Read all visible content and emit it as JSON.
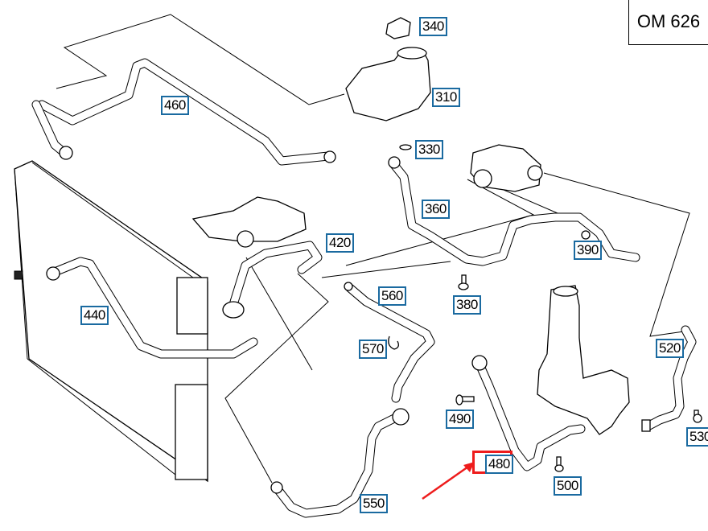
{
  "diagram": {
    "title": "Engine cooling system – hoses and coolant lines",
    "model_label": "OM 626",
    "highlighted_part": "480",
    "highlight_color": "#ee1c1c",
    "callout_border_color": "#1a6aa0",
    "callouts": [
      {
        "id": "340",
        "label": "340",
        "part": "expansion-tank-cap"
      },
      {
        "id": "310",
        "label": "310",
        "part": "coolant-expansion-tank"
      },
      {
        "id": "330",
        "label": "330",
        "part": "seal-ring"
      },
      {
        "id": "460",
        "label": "460",
        "part": "vent-line"
      },
      {
        "id": "360",
        "label": "360",
        "part": "coolant-line"
      },
      {
        "id": "390",
        "label": "390",
        "part": "coolant-hose-thermostat"
      },
      {
        "id": "420",
        "label": "420",
        "part": "upper-radiator-hose"
      },
      {
        "id": "440",
        "label": "440",
        "part": "lower-radiator-hose"
      },
      {
        "id": "380",
        "label": "380",
        "part": "bolt"
      },
      {
        "id": "560",
        "label": "560",
        "part": "coolant-pipe"
      },
      {
        "id": "570",
        "label": "570",
        "part": "clip"
      },
      {
        "id": "520",
        "label": "520",
        "part": "coolant-hose-right"
      },
      {
        "id": "490",
        "label": "490",
        "part": "bolt"
      },
      {
        "id": "530",
        "label": "530",
        "part": "bolt"
      },
      {
        "id": "480",
        "label": "480",
        "part": "coolant-hose-oil-cooler"
      },
      {
        "id": "500",
        "label": "500",
        "part": "bolt"
      },
      {
        "id": "550",
        "label": "550",
        "part": "coolant-hose-lower"
      }
    ]
  }
}
